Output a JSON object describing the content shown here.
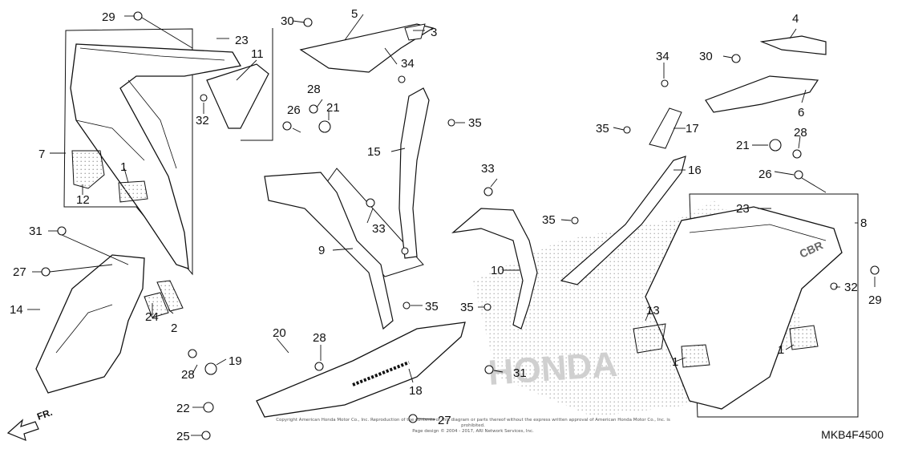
{
  "callouts": {
    "c1a": "1",
    "c1b": "1",
    "c1c": "1",
    "c2": "2",
    "c3": "3",
    "c4": "4",
    "c5": "5",
    "c6": "6",
    "c7": "7",
    "c8": "8",
    "c9": "9",
    "c10": "10",
    "c11": "11",
    "c12": "12",
    "c13": "13",
    "c14": "14",
    "c15": "15",
    "c16": "16",
    "c17": "17",
    "c18": "18",
    "c19": "19",
    "c20": "20",
    "c21a": "21",
    "c21b": "21",
    "c22": "22",
    "c23a": "23",
    "c23b": "23",
    "c24": "24",
    "c25": "25",
    "c26a": "26",
    "c26b": "26",
    "c27a": "27",
    "c27b": "27",
    "c28a": "28",
    "c28b": "28",
    "c28c": "28",
    "c28d": "28",
    "c29a": "29",
    "c29b": "29",
    "c30a": "30",
    "c30b": "30",
    "c31a": "31",
    "c31b": "31",
    "c32a": "32",
    "c32b": "32",
    "c33a": "33",
    "c33b": "33",
    "c34a": "34",
    "c34b": "34",
    "c35a": "35",
    "c35b": "35",
    "c35c": "35",
    "c35d": "35",
    "c35e": "35"
  },
  "front_arrow_label": "FR.",
  "copyright_line1": "Copyright American Honda Motor Co., Inc. Reproduction of the contents of this diagram or parts thereof without the express written approval of American Honda Motor Co., Inc. is prohibited.",
  "copyright_line2": "Page design © 2004 - 2017, ARI Network Services, Inc.",
  "drawing_code": "MKB4F4500",
  "watermark": "HONDA",
  "colors": {
    "line": "#111111",
    "stipple": "#9a9a9a",
    "text": "#111111"
  }
}
